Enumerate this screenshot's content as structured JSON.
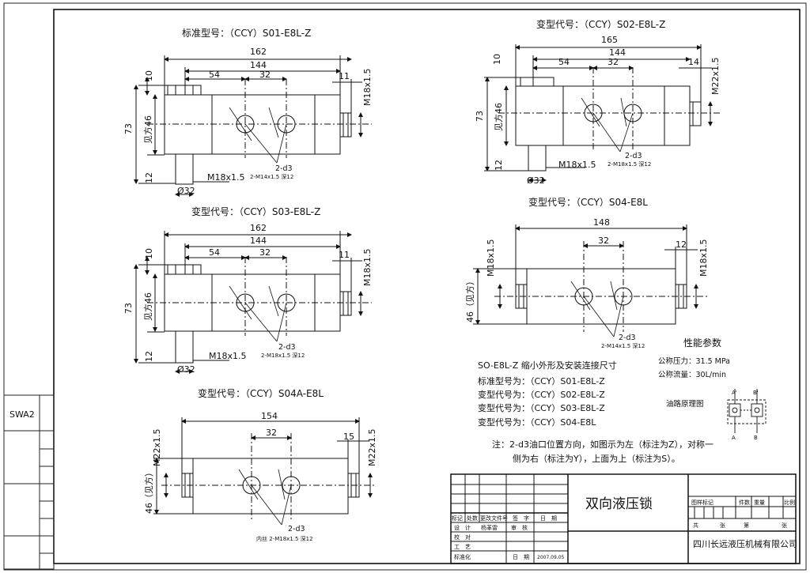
{
  "side_label": "SWA2",
  "views": {
    "v1": {
      "title": "标准型号：（CCY）S01-E8L-Z",
      "d162": "162",
      "d144": "144",
      "d54": "54",
      "d32": "32",
      "d11": "11",
      "d10": "10",
      "d73": "73",
      "sq46": "见方46",
      "d12": "12",
      "m18v": "M18x1.5",
      "m18h": "M18x1.5",
      "dia32": "Ø32",
      "port1": "2-d3",
      "port2": "2-M14x1.5 深12"
    },
    "v2": {
      "title": "变型代号：（CCY）S02-E8L-Z",
      "d165": "165",
      "d144": "144",
      "d54": "54",
      "d32": "32",
      "d14": "14",
      "d10": "10",
      "d73": "73",
      "sq46": "见方46",
      "d12": "12",
      "m22v": "M22x1.5",
      "m18h": "M18x1.5",
      "dia32": "Ø32",
      "port1": "2-d3",
      "port2": "2-M18x1.5 深12"
    },
    "v3": {
      "title": "变型代号：（CCY）S03-E8L-Z",
      "d162": "162",
      "d144": "144",
      "d54": "54",
      "d32": "32",
      "d11": "11",
      "d10": "10",
      "d73": "73",
      "sq46": "见方46",
      "d12": "12",
      "m18v": "M18x1.5",
      "m18h": "M18x1.5",
      "dia32": "Ø32",
      "port1": "2-d3",
      "port2": "2-M18x1.5 深12"
    },
    "v4": {
      "title": "变型代号：（CCY）S04-E8L",
      "d148": "148",
      "d32": "32",
      "d12": "12",
      "m18l": "M18x1.5",
      "m18r": "M18x1.5",
      "sq46": "46（见方）",
      "port1": "2-d3",
      "port2": "2-M14x1.5 深12"
    },
    "v5": {
      "title": "变型代号：（CCY）S04A-E8L",
      "d154": "154",
      "d32": "32",
      "d15": "15",
      "m22l": "M22x1.5",
      "m22r": "M22x1.5",
      "sq46": "46（见方）",
      "port1": "2-d3",
      "port2": "内丝 2-M18x1.5 深12"
    }
  },
  "performance": {
    "title": "性能参数",
    "pressure": "公称压力：31.5 MPa",
    "flow": "公称流量：30L/min",
    "circuit": "油路原理图",
    "a_prime": "A'",
    "b_prime": "B'",
    "a": "A",
    "b": "B"
  },
  "models": {
    "heading": "SO-E8L-Z 缩小外形及安装连接尺寸",
    "lines": [
      "标准型号为：（CCY）S01-E8L-Z",
      "变型代号为：（CCY）S02-E8L-Z",
      "变型代号为：（CCY）S03-E8L-Z",
      "变型代号为：（CCY）S04-E8L"
    ]
  },
  "note": {
    "line1": "注：2-d3油口位置方向，如图示为左（标注为Z），对称一",
    "line2": "侧为右（标注为Y），上面为上（标注为S）。"
  },
  "title_block": {
    "product": "双向液压锁",
    "company": "四川长远液压机械有限公司",
    "h_mark": "标记",
    "h_count": "处数",
    "h_file": "更改文件号",
    "h_sign": "签　字",
    "h_date": "日　期",
    "design": "设　计",
    "designer": "杨革雷",
    "review": "审　核",
    "check": "校　对",
    "process": "工　艺",
    "standard": "标准化",
    "date_label": "日　期",
    "date": "2007.09.05",
    "pattern_mark": "图样标记",
    "quantity": "件数",
    "weight": "重量",
    "scale": "比例",
    "total": "共",
    "sheet1": "张",
    "page": "第",
    "sheet2": "张"
  }
}
